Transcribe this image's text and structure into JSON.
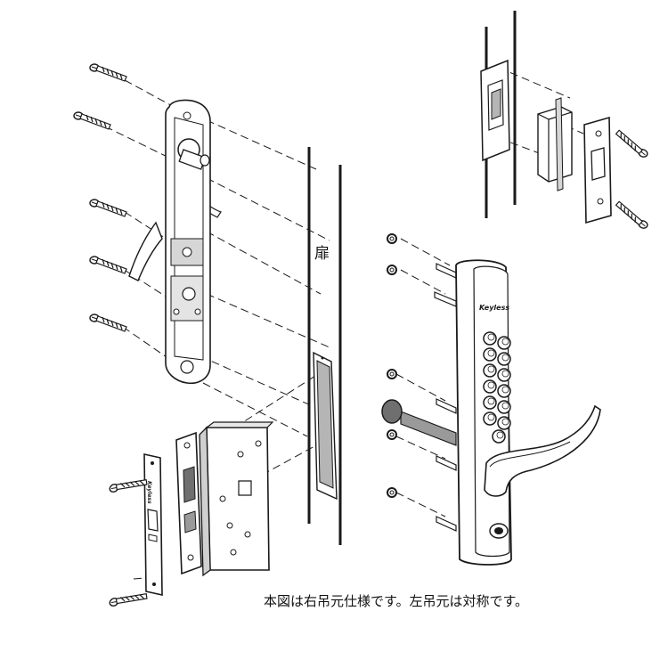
{
  "labels": {
    "door": "扉",
    "caption": "本図は右吊元仕様です。左吊元は対称です。",
    "brand": "Keyless"
  },
  "parts": [
    {
      "name": "mounting-screw",
      "count": 5
    },
    {
      "name": "inner-handle-plate",
      "count": 1
    },
    {
      "name": "mortise-lock-body",
      "count": 1
    },
    {
      "name": "keypad-handle-unit",
      "count": 1
    },
    {
      "name": "strike-plate",
      "count": 1
    }
  ],
  "colors": {
    "line": "#1a1a1a",
    "fill": "#ffffff",
    "shade": "#b5b5b5",
    "dark": "#6f6f6f"
  }
}
